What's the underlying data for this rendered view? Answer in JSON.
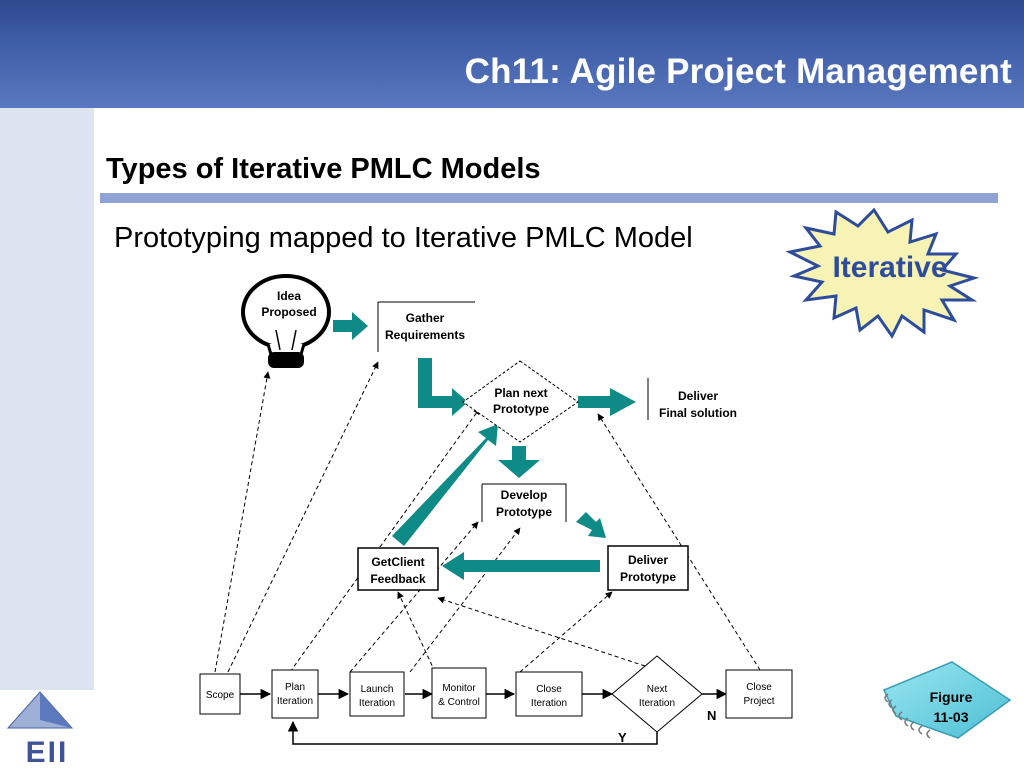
{
  "header": {
    "title": "Ch11: Agile Project Management"
  },
  "section": {
    "title": "Types of Iterative PMLC Models",
    "subtitle": "Prototyping mapped to Iterative PMLC Model"
  },
  "badge": {
    "label": "Iterative"
  },
  "figure": {
    "line1": "Figure",
    "line2": "11-03"
  },
  "logo": {
    "text": "EII"
  },
  "diagram": {
    "idea": [
      "Idea",
      "Proposed"
    ],
    "gather": [
      "Gather",
      "Requirements"
    ],
    "plan_next": [
      "Plan next",
      "Prototype"
    ],
    "deliver_final": [
      "Deliver",
      "Final solution"
    ],
    "develop": [
      "Develop",
      "Prototype"
    ],
    "get_feedback": [
      "GetClient",
      "Feedback"
    ],
    "deliver_proto": [
      "Deliver",
      "Prototype"
    ],
    "scope": "Scope",
    "plan_iter": [
      "Plan",
      "Iteration"
    ],
    "launch_iter": [
      "Launch",
      "Iteration"
    ],
    "monitor": [
      "Monitor",
      "& Control"
    ],
    "close_iter": [
      "Close",
      "Iteration"
    ],
    "next_iter": [
      "Next",
      "Iteration"
    ],
    "close_project": [
      "Close",
      "Project"
    ],
    "label_n": "N",
    "label_y": "Y"
  },
  "colors": {
    "header": "#3f5ea8",
    "teal": "#0e8a87",
    "badge_fill": "#f7f3b5",
    "badge_stroke": "#2d4c9b",
    "figure_fill": "#6fd3e3"
  }
}
